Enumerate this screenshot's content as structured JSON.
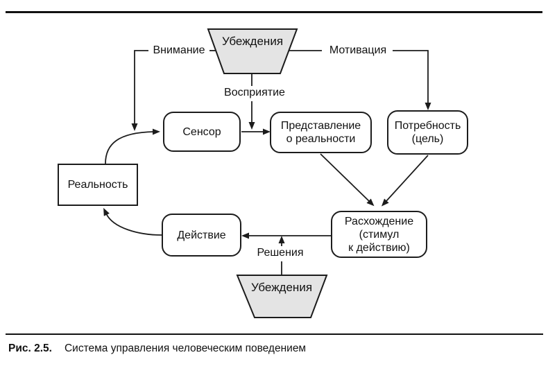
{
  "figure": {
    "caption": {
      "label": "Рис. 2.5.",
      "text": "Система управления человеческим поведением"
    }
  },
  "diagram": {
    "trapezoids": {
      "beliefs_top": "Убеждения",
      "beliefs_bottom": "Убеждения"
    },
    "nodes": {
      "sensor": {
        "label": "Сенсор"
      },
      "representation": {
        "line1": "Представление",
        "line2": "о реальности"
      },
      "need": {
        "line1": "Потребность",
        "line2": "(цель)"
      },
      "reality": {
        "label": "Реальность"
      },
      "action": {
        "label": "Действие"
      },
      "divergence": {
        "line1": "Расхождение",
        "line2": "(стимул",
        "line3": "к действию)"
      }
    },
    "edge_labels": {
      "attention": "Внимание",
      "motivation": "Мотивация",
      "perception": "Восприятие",
      "decisions": "Решения"
    },
    "colors": {
      "stroke": "#1c1c1c",
      "trapezoid_fill": "#e4e4e4",
      "node_fill": "#ffffff"
    }
  }
}
